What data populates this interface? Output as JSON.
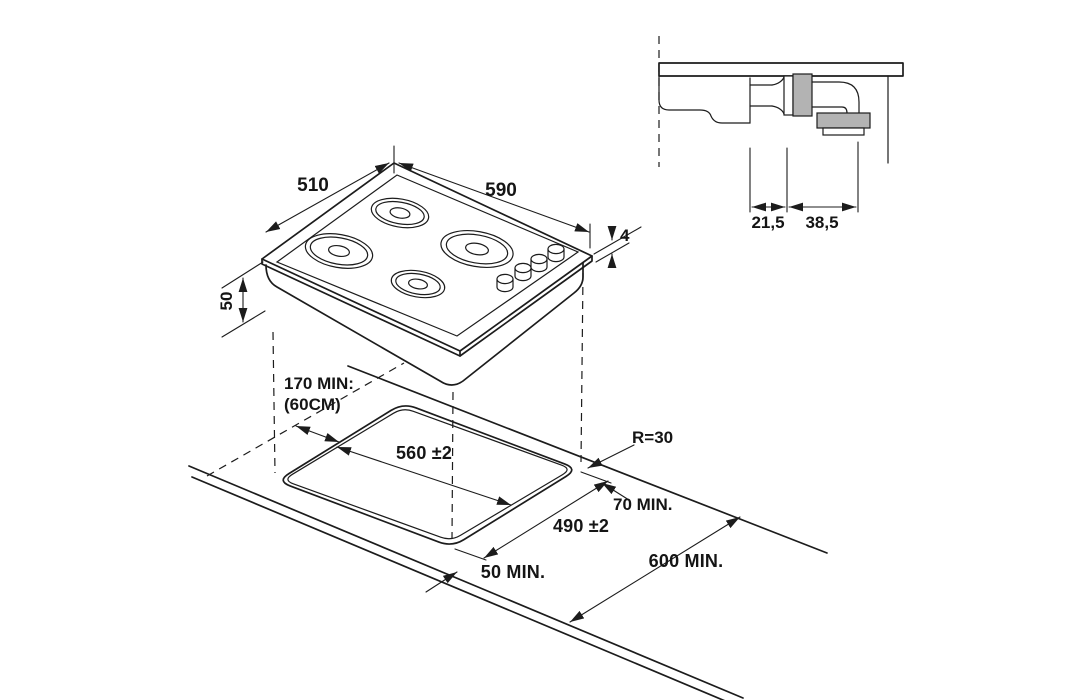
{
  "hob_view": {
    "top_width": "590",
    "top_depth": "510",
    "body_height": "50",
    "panel_thickness": "4"
  },
  "gas_connection_detail": {
    "offset_a": "21,5",
    "offset_b": "38,5"
  },
  "worktop_cutout_view": {
    "side_clearance": "170 MIN:",
    "side_clearance_note": "(60CM)",
    "cutout_width": "560 ±2",
    "cutout_depth": "490 ±2",
    "corner_radius": "R=30",
    "rear_clearance": "70 MIN.",
    "front_clearance": "50 MIN.",
    "worktop_depth": "600 MIN."
  }
}
